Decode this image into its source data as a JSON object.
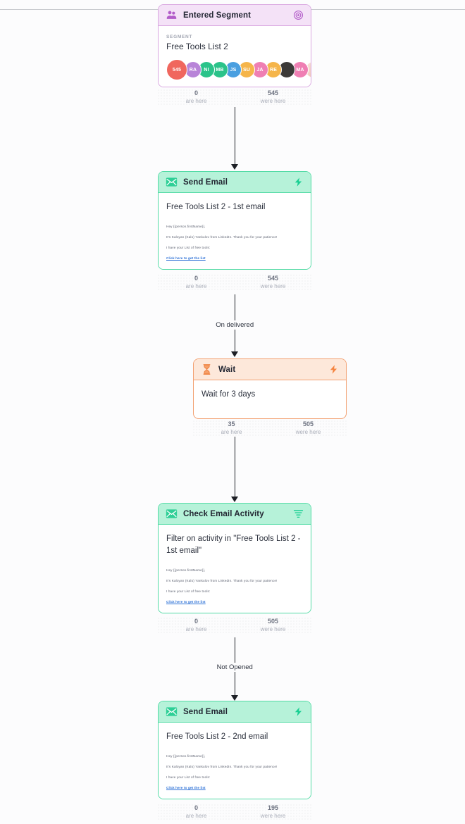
{
  "canvas": {
    "background_color": "#fcfcfd",
    "edge_color": "#1d1f25"
  },
  "email_preview": {
    "line1": "Hey {{person.firstName}},",
    "line2": "It's Kaloyan (Kalo) Yankulov from LinkedIn. Thank you for your patience!",
    "line3": "I have your List of free tools:",
    "link": "Click here to get the list"
  },
  "stat_labels": {
    "are_here": "are here",
    "were_here": "were here"
  },
  "nodes": [
    {
      "id": "entered-segment",
      "type": "trigger",
      "accent": "#d9a7e0",
      "header_bg": "#f4e2f7",
      "title": "Entered Segment",
      "left_icon": "people-icon",
      "right_icon": "target-icon",
      "segment_caption": "SEGMENT",
      "segment_name": "Free Tools List 2",
      "avatars": [
        {
          "label": "545",
          "color": "#f0675e",
          "kind": "count"
        },
        {
          "label": "RA",
          "color": "#b884d8",
          "kind": "initials"
        },
        {
          "label": "NI",
          "color": "#2bc38a",
          "kind": "initials"
        },
        {
          "label": "MB",
          "color": "#2bc38a",
          "kind": "initials"
        },
        {
          "label": "JS",
          "color": "#4a9fe0",
          "kind": "initials"
        },
        {
          "label": "SU",
          "color": "#f5b54a",
          "kind": "initials"
        },
        {
          "label": "JA",
          "color": "#ef7fb3",
          "kind": "initials"
        },
        {
          "label": "RE",
          "color": "#f5b54a",
          "kind": "initials"
        },
        {
          "label": "",
          "color": "#3c3a38",
          "kind": "photo"
        },
        {
          "label": "MA",
          "color": "#ef7fb3",
          "kind": "initials"
        },
        {
          "label": "",
          "color": "#efd4c8",
          "kind": "photo2"
        }
      ],
      "stats": {
        "are_here": "0",
        "were_here": "545"
      }
    },
    {
      "id": "send-email-1",
      "type": "email",
      "accent": "#53dba5",
      "header_bg": "#b6f2d9",
      "title": "Send Email",
      "left_icon": "envelope-icon",
      "right_icon": "bolt-icon",
      "headline": "Free Tools List 2 - 1st email",
      "stats": {
        "are_here": "0",
        "were_here": "545"
      }
    },
    {
      "id": "wait",
      "type": "wait",
      "accent": "#f2a070",
      "header_bg": "#fde8da",
      "title": "Wait",
      "left_icon": "hourglass-icon",
      "right_icon": "bolt-icon",
      "headline": "Wait for 3 days",
      "stats": {
        "are_here": "35",
        "were_here": "505"
      }
    },
    {
      "id": "check-email-activity",
      "type": "filter",
      "accent": "#53dba5",
      "header_bg": "#b6f2d9",
      "title": "Check Email Activity",
      "left_icon": "envelope-icon",
      "right_icon": "funnel-icon",
      "headline": "Filter on activity in \"Free Tools List 2 - 1st email\"",
      "stats": {
        "are_here": "0",
        "were_here": "505"
      }
    },
    {
      "id": "send-email-2",
      "type": "email",
      "accent": "#53dba5",
      "header_bg": "#b6f2d9",
      "title": "Send Email",
      "left_icon": "envelope-icon",
      "right_icon": "bolt-icon",
      "headline": "Free Tools List 2 - 2nd email",
      "stats": {
        "are_here": "0",
        "were_here": "195"
      }
    }
  ],
  "edges": [
    {
      "id": "edge-1",
      "label": ""
    },
    {
      "id": "edge-2",
      "label": "On delivered"
    },
    {
      "id": "edge-3",
      "label": ""
    },
    {
      "id": "edge-4",
      "label": "Not Opened"
    }
  ]
}
